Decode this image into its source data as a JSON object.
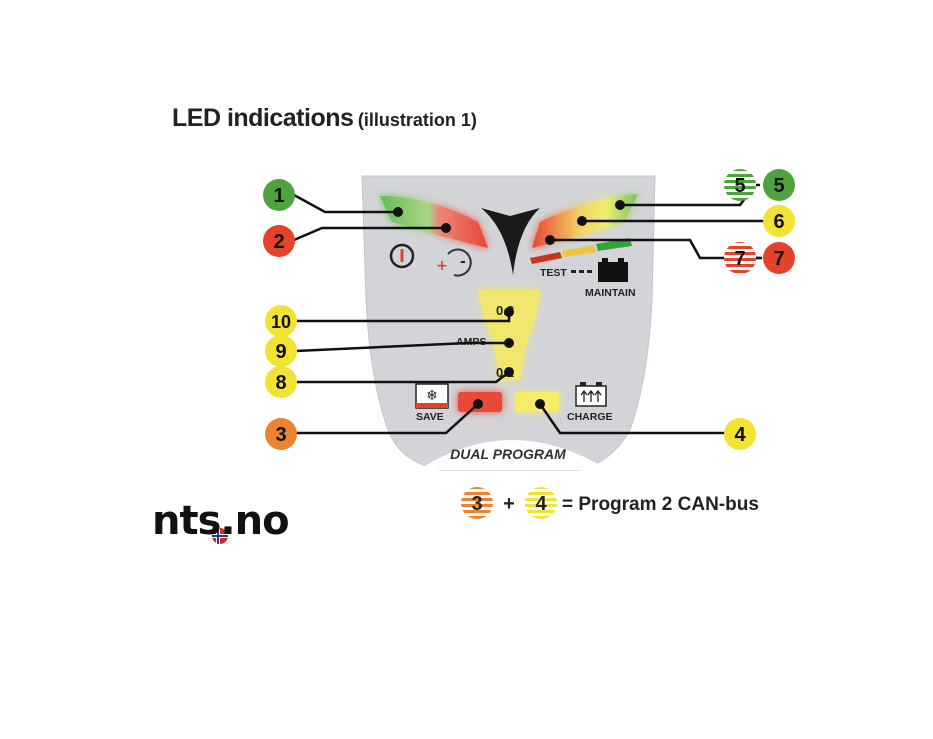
{
  "title": {
    "main": "LED indications",
    "sub": "(illustration 1)"
  },
  "panel": {
    "labels": {
      "test": "TEST",
      "maintain": "MAINTAIN",
      "amps": "AMPS",
      "amps_high": "0.8",
      "amps_low": "0.2",
      "save": "SAVE",
      "charge": "CHARGE",
      "dual_program": "DUAL PROGRAM"
    },
    "icons": [
      "power-icon",
      "polarity-icon",
      "battery-icon",
      "snowflake-icon",
      "battery-charge-icon"
    ]
  },
  "callouts": [
    {
      "id": "1",
      "label": "1",
      "color": "#4fa33f"
    },
    {
      "id": "2",
      "label": "2",
      "color": "#e3432b"
    },
    {
      "id": "3",
      "label": "3",
      "color": "#ec8330"
    },
    {
      "id": "4",
      "label": "4",
      "color": "#f2e233"
    },
    {
      "id": "5s",
      "label": "5",
      "color": "#4fa33f",
      "striped": true
    },
    {
      "id": "5",
      "label": "5",
      "color": "#4fa33f"
    },
    {
      "id": "6",
      "label": "6",
      "color": "#f2e233"
    },
    {
      "id": "7s",
      "label": "7",
      "color": "#e3432b",
      "striped": true
    },
    {
      "id": "7",
      "label": "7",
      "color": "#e3432b"
    },
    {
      "id": "8",
      "label": "8",
      "color": "#f2e233"
    },
    {
      "id": "9",
      "label": "9",
      "color": "#f2e233"
    },
    {
      "id": "10",
      "label": "10",
      "color": "#f2e233"
    }
  ],
  "equation": {
    "a": "3",
    "plus": "+",
    "b": "4",
    "text": "= Program 2 CAN-bus"
  },
  "logo": "nts.no"
}
